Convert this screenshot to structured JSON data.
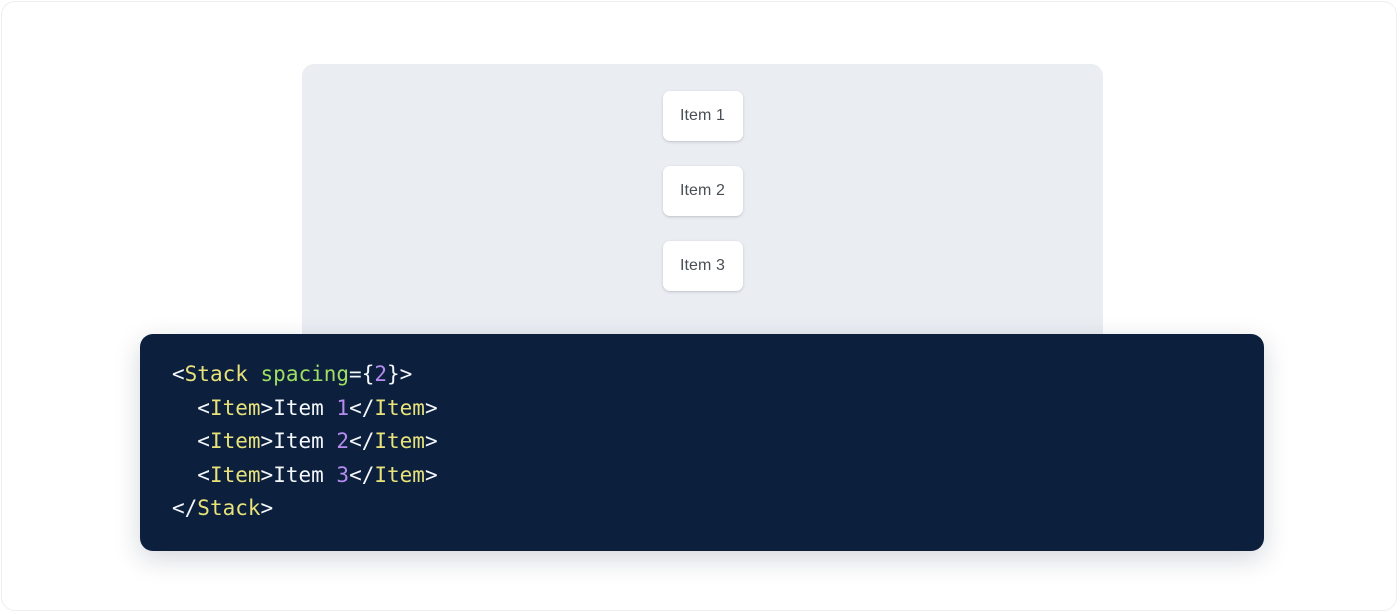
{
  "preview": {
    "panel_background": "#eaedf2",
    "stack": {
      "component": "Stack",
      "spacing": "2",
      "items": [
        {
          "label": "Item 1"
        },
        {
          "label": "Item 2"
        },
        {
          "label": "Item 3"
        }
      ]
    }
  },
  "code_block": {
    "background": "#0c1f3d",
    "language": "jsx",
    "colors": {
      "tag": "#e8e27a",
      "attribute": "#9ede62",
      "number": "#b58cf0",
      "punctuation": "#f4f7fb",
      "text": "#f4f7fb"
    },
    "lines": [
      {
        "indent": "",
        "tokens": [
          {
            "type": "punct",
            "text": "<"
          },
          {
            "type": "tag",
            "text": "Stack"
          },
          {
            "type": "text",
            "text": " "
          },
          {
            "type": "attr",
            "text": "spacing"
          },
          {
            "type": "punct",
            "text": "={"
          },
          {
            "type": "num",
            "text": "2"
          },
          {
            "type": "punct",
            "text": "}>"
          }
        ]
      },
      {
        "indent": "  ",
        "tokens": [
          {
            "type": "punct",
            "text": "<"
          },
          {
            "type": "tag",
            "text": "Item"
          },
          {
            "type": "punct",
            "text": ">"
          },
          {
            "type": "text",
            "text": "Item "
          },
          {
            "type": "num",
            "text": "1"
          },
          {
            "type": "punct",
            "text": "</"
          },
          {
            "type": "tag",
            "text": "Item"
          },
          {
            "type": "punct",
            "text": ">"
          }
        ]
      },
      {
        "indent": "  ",
        "tokens": [
          {
            "type": "punct",
            "text": "<"
          },
          {
            "type": "tag",
            "text": "Item"
          },
          {
            "type": "punct",
            "text": ">"
          },
          {
            "type": "text",
            "text": "Item "
          },
          {
            "type": "num",
            "text": "2"
          },
          {
            "type": "punct",
            "text": "</"
          },
          {
            "type": "tag",
            "text": "Item"
          },
          {
            "type": "punct",
            "text": ">"
          }
        ]
      },
      {
        "indent": "  ",
        "tokens": [
          {
            "type": "punct",
            "text": "<"
          },
          {
            "type": "tag",
            "text": "Item"
          },
          {
            "type": "punct",
            "text": ">"
          },
          {
            "type": "text",
            "text": "Item "
          },
          {
            "type": "num",
            "text": "3"
          },
          {
            "type": "punct",
            "text": "</"
          },
          {
            "type": "tag",
            "text": "Item"
          },
          {
            "type": "punct",
            "text": ">"
          }
        ]
      },
      {
        "indent": "",
        "tokens": [
          {
            "type": "punct",
            "text": "</"
          },
          {
            "type": "tag",
            "text": "Stack"
          },
          {
            "type": "punct",
            "text": ">"
          }
        ]
      }
    ]
  }
}
